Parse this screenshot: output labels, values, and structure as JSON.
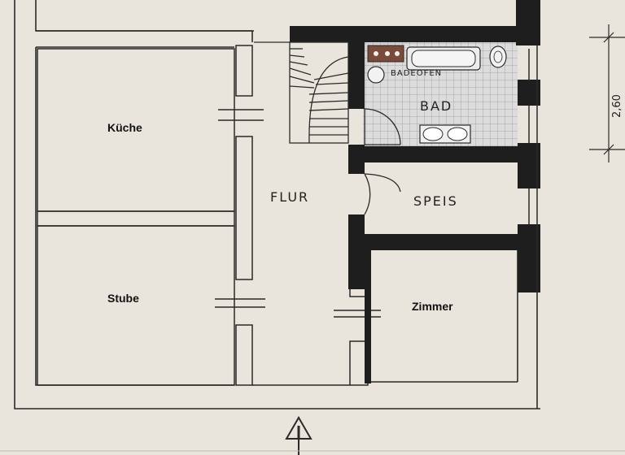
{
  "rooms": {
    "kueche": "Küche",
    "stube": "Stube",
    "flur": "FLUR",
    "bad": "BAD",
    "badeofen": "BADEOFEN",
    "speis": "SPEIS",
    "zimmer": "Zimmer"
  },
  "dimension": "2,60",
  "colors": {
    "paper": "#e9e5dd",
    "ink": "#1f1f1f",
    "tile": "#d8d8d8"
  }
}
